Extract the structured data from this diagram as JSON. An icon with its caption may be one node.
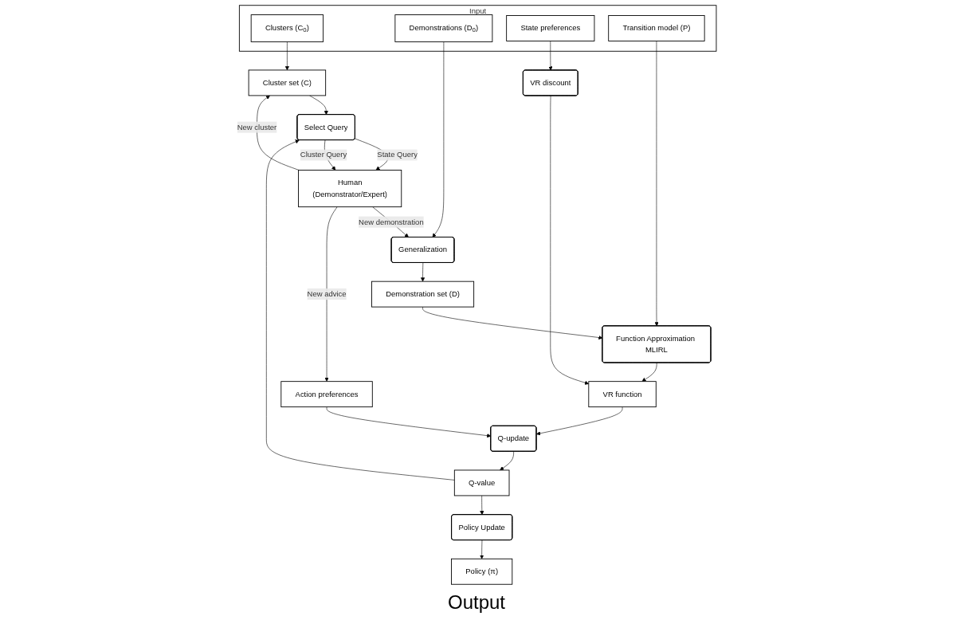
{
  "diagram": {
    "nodes": [
      {
        "text": [
          "Input"
        ]
      },
      {
        "text": [
          "Clusters (C$_{0}$)"
        ],
        "in": 0
      },
      {
        "text": [
          "Demonstrations (D$_{0}$)"
        ],
        "in": 0
      },
      {
        "text": [
          "State preferences"
        ],
        "in": 0
      },
      {
        "text": [
          "Transition model (P)"
        ],
        "in": 0
      },
      {
        "text": [
          "Human",
          "(Demonstrator/Expert)"
        ]
      },
      {
        "text": [
          "Cluster set (C)"
        ]
      },
      {
        "text": [
          "Generalization"
        ]
      },
      {
        "text": [
          "Function Approximation MLIRL"
        ]
      },
      {
        "text": [
          "VR discount"
        ]
      },
      {
        "text": [
          "VR function"
        ]
      },
      {
        "text": [
          "Demonstration set (D)"
        ]
      },
      {
        "text": [
          "Q-update"
        ]
      },
      {
        "text": [
          "Action preferences"
        ]
      },
      {
        "text": [
          "Q-value"
        ]
      },
      {
        "text": [
          "Policy (π)"
        ]
      },
      {
        "text": [
          "Policy Update"
        ]
      },
      {
        "text": [
          "Select Query"
        ]
      }
    ],
    "edges": [
      {
        "from": 5,
        "to": 6,
        "arrow": "to",
        "label": "New cluster"
      },
      {
        "from": 1,
        "to": 6,
        "arrow": "to"
      },
      {
        "from": 5,
        "to": 7,
        "arrow": "to",
        "label": "New demonstration"
      },
      {
        "from": 2,
        "to": 7,
        "arrow": "to"
      },
      {
        "from": 5,
        "to": 13,
        "arrow": "to",
        "label": "New advice"
      },
      {
        "from": 4,
        "to": 8,
        "arrow": "to"
      },
      {
        "from": 3,
        "to": 9,
        "arrow": "to"
      },
      {
        "from": 7,
        "to": 11,
        "arrow": "to"
      },
      {
        "from": 11,
        "to": 8,
        "arrow": "to"
      },
      {
        "from": 8,
        "to": 10,
        "arrow": "to"
      },
      {
        "from": 9,
        "to": 10,
        "arrow": "to"
      },
      {
        "from": 10,
        "to": 12,
        "arrow": "to"
      },
      {
        "from": 13,
        "to": 12,
        "arrow": "to"
      },
      {
        "from": 12,
        "to": 14,
        "arrow": "to"
      },
      {
        "from": 14,
        "to": 16,
        "arrow": "to"
      },
      {
        "from": 14,
        "to": 17,
        "arrow": "to"
      },
      {
        "from": 16,
        "to": 15,
        "arrow": "to"
      },
      {
        "from": 17,
        "to": 5,
        "arrow": "to",
        "label": "State Query"
      },
      {
        "from": 17,
        "to": 5,
        "arrow": "to",
        "label": "Cluster Query"
      },
      {
        "from": 6,
        "to": 17,
        "arrow": "to"
      }
    ],
    "labels": [
      "Output"
    ]
  }
}
